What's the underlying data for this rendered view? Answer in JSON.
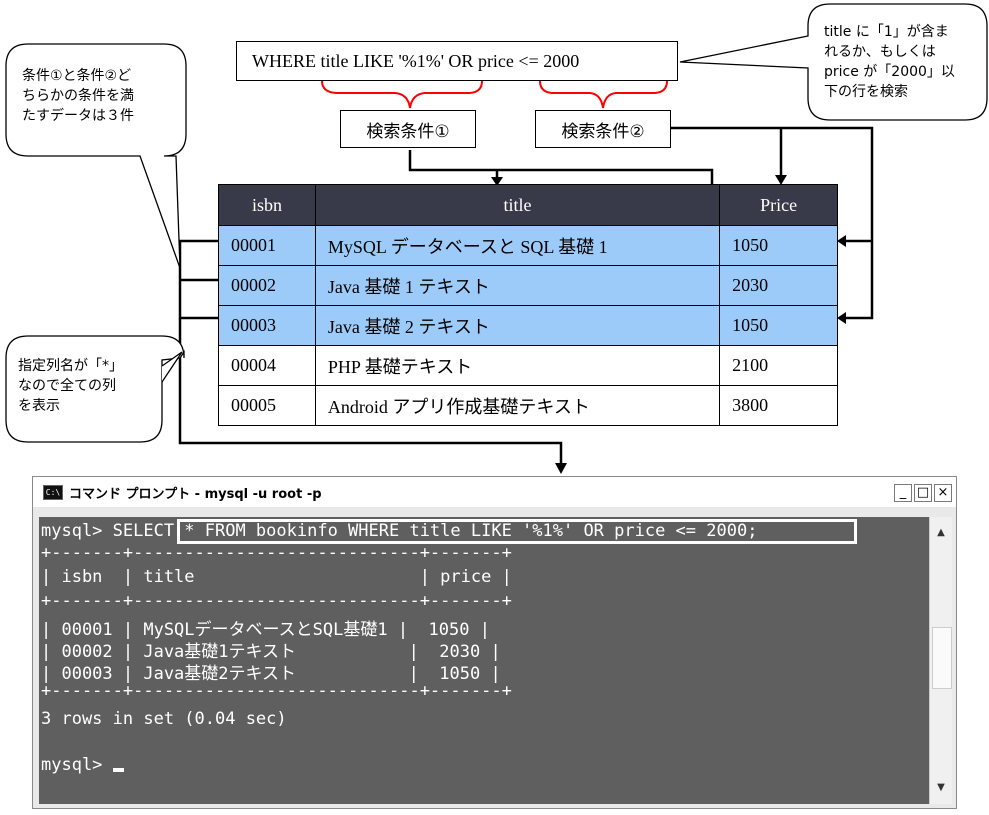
{
  "where_clause": "WHERE title LIKE '%1%' OR price <= 2000",
  "conditions": {
    "cond1": "検索条件①",
    "cond2": "検索条件②"
  },
  "bubbles": {
    "top_right": [
      "title に「1」が含ま",
      "れるか、もしくは",
      "price が「2000」以",
      "下の行を検索"
    ],
    "top_left": [
      "条件①と条件②ど",
      "ちらかの条件を満",
      "たすデータは３件"
    ],
    "bottom_left": [
      "指定列名が「*」",
      "なので全ての列",
      "を表示"
    ]
  },
  "table": {
    "headers": [
      "isbn",
      "title",
      "Price"
    ],
    "rows": [
      {
        "isbn": "00001",
        "title": "MySQL データベースと SQL 基礎 1",
        "price": "1050",
        "highlight": true
      },
      {
        "isbn": "00002",
        "title": "Java 基礎 1 テキスト",
        "price": "2030",
        "highlight": true
      },
      {
        "isbn": "00003",
        "title": "Java 基礎 2 テキスト",
        "price": "1050",
        "highlight": true
      },
      {
        "isbn": "00004",
        "title": "PHP 基礎テキスト",
        "price": "2100",
        "highlight": false
      },
      {
        "isbn": "00005",
        "title": "Android アプリ作成基礎テキスト",
        "price": "3800",
        "highlight": false
      }
    ]
  },
  "console": {
    "title": "コマンド プロンプト - mysql -u root -p",
    "icon_label": "C:\\",
    "buttons": {
      "minimize": "_",
      "maximize": "□",
      "close": "×"
    },
    "lines": [
      "mysql> SELECT * FROM bookinfo WHERE title LIKE '%1%' OR price <= 2000;",
      "+-------+----------------------------+-------+",
      "| isbn  | title                      | price |",
      "+-------+----------------------------+-------+",
      "| 00001 | MySQLデータベースとSQL基礎1 |  1050 |",
      "| 00002 | Java基礎1テキスト           |  2030 |",
      "| 00003 | Java基礎2テキスト           |  1050 |",
      "+-------+----------------------------+-------+",
      "3 rows in set (0.04 sec)",
      "",
      "mysql> "
    ]
  },
  "colors": {
    "header_bg": "#383a4a",
    "highlight_row": "#9ccbfa",
    "brace": "#ff0000",
    "console_bg": "#5f5f5f"
  }
}
